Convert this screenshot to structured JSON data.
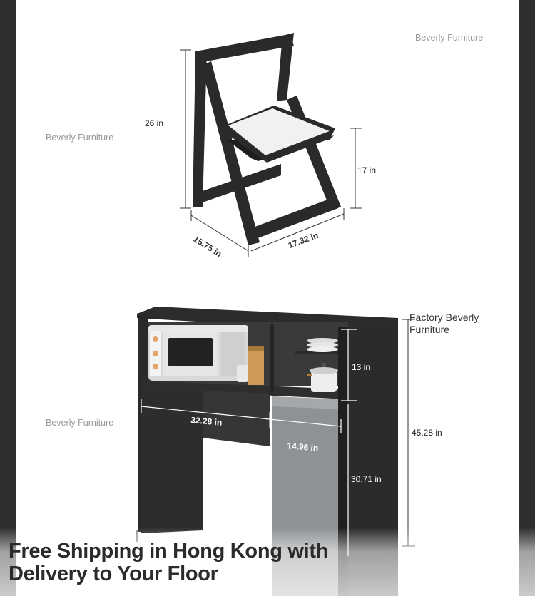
{
  "watermarks": {
    "top_right": "Beverly Furniture",
    "chair_left": "Beverly Furniture",
    "cabinet_left": "Beverly Furniture",
    "cabinet_right_line1": "Factory Beverly",
    "cabinet_right_line2": "Furniture"
  },
  "chair_dimensions": {
    "height": "26 in",
    "seat_height": "17 in",
    "depth": "15.75 in",
    "width": "17.32 in"
  },
  "cabinet_dimensions": {
    "width": "32.28 in",
    "door_width": "14.96 in",
    "shelf_height": "13 in",
    "lower_height": "30.71 in",
    "total_height": "45.28 in"
  },
  "banner": {
    "line1": "Free Shipping in Hong Kong with",
    "line2": "Delivery to Your Floor"
  },
  "colors": {
    "furniture": "#2a2a2a",
    "panel_gray": "#8f9295",
    "seat": "#f1f1f1"
  }
}
